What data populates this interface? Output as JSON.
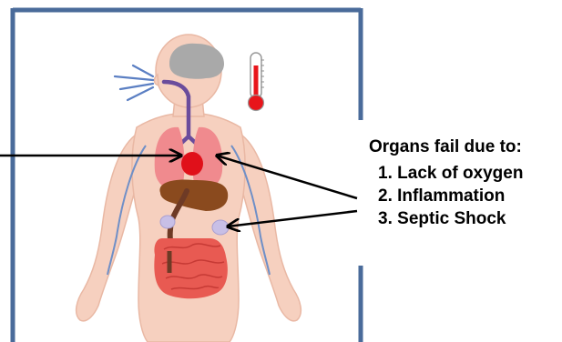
{
  "legend": {
    "title": "Organs fail due to:",
    "items": [
      {
        "number": "1.",
        "label": "Lack of oxygen"
      },
      {
        "number": "2.",
        "label": "Inflammation"
      },
      {
        "number": "3.",
        "label": "Septic Shock"
      }
    ]
  },
  "colors": {
    "frame": "#4a6b9a",
    "skin": "#f6d0bf",
    "skin_outline": "#e9b8a4",
    "brain": "#a9a9a9",
    "lungs": "#f08a8e",
    "heart": "#e0101a",
    "liver": "#8a4a1e",
    "trachea": "#6a4c9c",
    "vessel": "#6f8fc7",
    "kidney": "#c8bfe6",
    "intestine": "#e85a52",
    "thermometer_red": "#e8151b",
    "arrow": "#000000"
  },
  "icons": [
    "brain-icon",
    "thermometer-icon",
    "breath-lines-icon",
    "heart-icon",
    "lungs-icon",
    "liver-icon",
    "kidney-icon",
    "intestines-icon"
  ]
}
